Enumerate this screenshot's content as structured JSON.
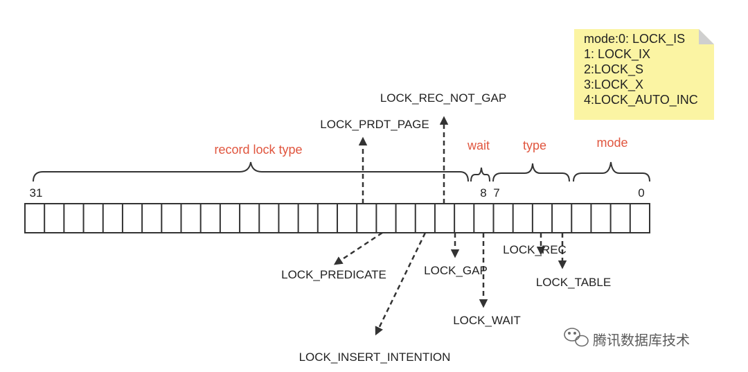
{
  "bit_register": {
    "bits": 32,
    "high_bit_label": "31",
    "low_bit_label": "0",
    "bit8_label": "8",
    "bit7_label": "7"
  },
  "groups": {
    "record_lock_type": "record lock type",
    "wait": "wait",
    "type": "type",
    "mode": "mode"
  },
  "flags": {
    "lock_rec_not_gap": "LOCK_REC_NOT_GAP",
    "lock_prdt_page": "LOCK_PRDT_PAGE",
    "lock_predicate": "LOCK_PREDICATE",
    "lock_gap": "LOCK_GAP",
    "lock_insert_intention": "LOCK_INSERT_INTENTION",
    "lock_wait": "LOCK_WAIT",
    "lock_rec": "LOCK_REC",
    "lock_table": "LOCK_TABLE"
  },
  "note": {
    "lines": [
      "mode:0: LOCK_IS",
      "1: LOCK_IX",
      "2:LOCK_S",
      "3:LOCK_X",
      "4:LOCK_AUTO_INC"
    ],
    "background": "#fbf4a3"
  },
  "watermark": {
    "text": "腾讯数据库技术",
    "icon": "wechat-icon"
  },
  "colors": {
    "group_label": "#e0553e",
    "line": "#333333"
  }
}
